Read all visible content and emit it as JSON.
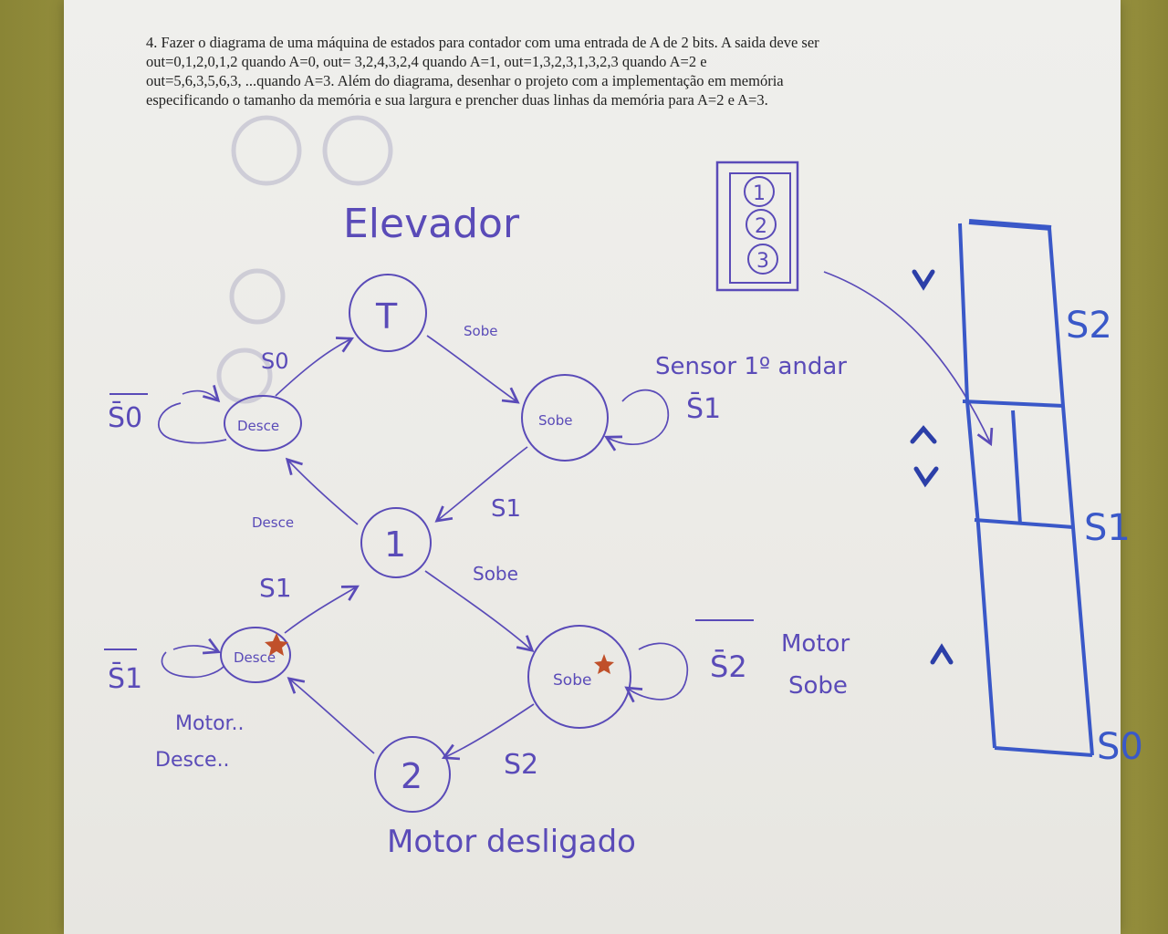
{
  "question": {
    "text": "4. Fazer o diagrama de uma máquina de estados para contador com uma entrada de A de 2 bits. A saida deve ser\nout=0,1,2,0,1,2 quando A=0,  out= 3,2,4,3,2,4 quando A=1, out=1,3,2,3,1,3,2,3 quando A=2 e\nout=5,6,3,5,6,3, ...quando A=3. Além do diagrama, desenhar o projeto com a implementação em memória\nespecificando o tamanho da memória e sua largura e prencher duas linhas da memória para A=2 e A=3."
  },
  "diagram": {
    "title": "Elevador",
    "states": {
      "top": "T",
      "sobe_upper": "Sobe",
      "desce_upper": "Desce",
      "middle": "1",
      "desce_lower": "Desce",
      "sobe_lower": "Sobe",
      "bottom": "2"
    },
    "transitions": {
      "desce_to_top": "S0",
      "top_to_sobe": "Sobe",
      "sobe_upper_self": "S̄1",
      "sobe_to_middle": "S1",
      "middle_to_desce": "Desce",
      "middle_to_sobe": "Sobe",
      "desce_upper_self": "S̄0",
      "desce_lower_to_middle": "S1",
      "desce_lower_self": "S̄1",
      "sobe_lower_self": "S̄2",
      "sobe_lower_to_bottom": "S2"
    },
    "notes": {
      "sensor": "Sensor 1º andar",
      "motor_sobe_line1": "Motor",
      "motor_sobe_line2": "Sobe",
      "motor_desce_line1": "Motor..",
      "motor_desce_line2": "Desce..",
      "motor_desligado": "Motor desligado"
    },
    "panel_buttons": [
      "1",
      "2",
      "3"
    ],
    "shaft_labels": {
      "s2": "S2",
      "s1": "S1",
      "s0": "S0"
    }
  }
}
